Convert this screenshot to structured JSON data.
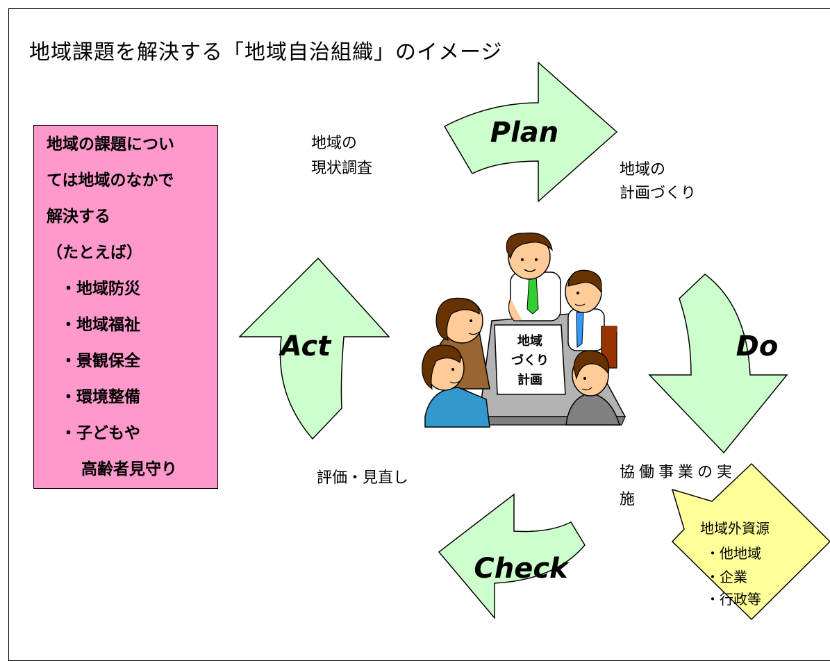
{
  "title": "地域課題を解決する「地域自治組織」のイメージ",
  "side_box": {
    "lines": [
      "地域の課題につい",
      "ては地域のなかで",
      "解決する",
      "（たとえば）",
      "・地域防災",
      "・地域福祉",
      "・景観保全",
      "・環境整備",
      "・子どもや",
      "高齢者見守り"
    ]
  },
  "cycle": {
    "plan": "Plan",
    "do": "Do",
    "check": "Check",
    "act": "Act"
  },
  "labels": {
    "survey_line1": "地域の",
    "survey_line2": "現状調査",
    "planning_line1": "地域の",
    "planning_line2": "計画づくり",
    "implement_line1": "協働事業の実",
    "implement_line2": "施",
    "review": "評価・見直し"
  },
  "center_sign": [
    "地域",
    "づくり",
    "計画"
  ],
  "resources": {
    "heading": "地域外資源",
    "items": [
      "・他地域",
      "・企業",
      "・行政等"
    ]
  },
  "colors": {
    "arrow_fill": "#ccffcc",
    "side_box_fill": "#ff99cc",
    "resource_fill": "#ffff99"
  }
}
